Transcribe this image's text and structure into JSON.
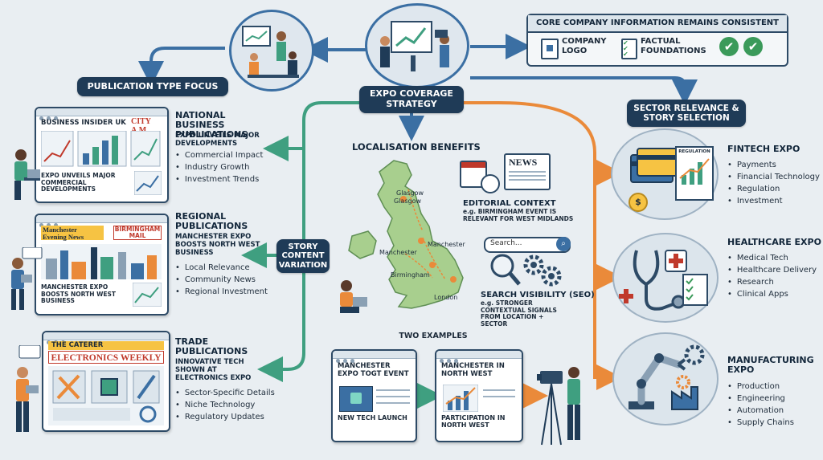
{
  "center_title": "EXPO COVERAGE STRATEGY",
  "core_info": {
    "title": "CORE COMPANY INFORMATION REMAINS CONSISTENT",
    "items": [
      "COMPANY LOGO",
      "FACTUAL FOUNDATIONS"
    ]
  },
  "publication_focus": {
    "title": "PUBLICATION TYPE FOCUS",
    "national": {
      "heading": "NATIONAL BUSINESS PUBLICATIONS",
      "sub": "EXPO UNVEILS MAJOR DEVELOPMENTS",
      "bullets": [
        "Commercial Impact",
        "Industry Growth",
        "Investment Trends"
      ],
      "mastheads": [
        "BUSINESS INSIDER UK",
        "CITY A.M."
      ],
      "card_headline": "EXPO UNVEILS MAJOR COMMERCIAL DEVELOPMENTS"
    },
    "regional": {
      "heading": "REGIONAL PUBLICATIONS",
      "sub": "MANCHESTER EXPO BOOSTS NORTH WEST BUSINESS",
      "bullets": [
        "Local Relevance",
        "Community News",
        "Regional Investment"
      ],
      "mastheads": [
        "Manchester Evening News",
        "BIRMINGHAM MAIL"
      ],
      "card_headline": "MANCHESTER EXPO BOOSTS NORTH WEST BUSINESS"
    },
    "trade": {
      "heading": "TRADE PUBLICATIONS",
      "sub": "INNOVATIVE TECH SHOWN AT ELECTRONICS EXPO",
      "bullets": [
        "Sector-Specific Details",
        "Niche Technology",
        "Regulatory Updates"
      ],
      "mastheads": [
        "THE CATERER",
        "ELECTRONICS WEEKLY"
      ]
    }
  },
  "story_variation": "STORY CONTENT VARIATION",
  "localisation": {
    "title": "LOCALISATION BENEFITS",
    "cities": [
      "Glasgow",
      "Manchester",
      "Manchester",
      "Birmingham",
      "London"
    ],
    "editorial_title": "EDITORIAL CONTEXT",
    "editorial_desc": "e.g. BIRMINGHAM EVENT IS RELEVANT FOR WEST MIDLANDS",
    "news_label": "NEWS",
    "search_placeholder": "Search...",
    "seo_title": "SEARCH VISIBILITY (SEO)",
    "seo_desc": "e.g. STRONGER CONTEXTUAL SIGNALS FROM LOCATION + SECTOR"
  },
  "examples": {
    "title": "TWO EXAMPLES",
    "ex1_title": "MANCHESTER EXPO TOGT EVENT",
    "ex1_caption": "NEW TECH LAUNCH",
    "ex2_title": "MANCHESTER IN NORTH WEST",
    "ex2_caption": "PARTICIPATION IN NORTH WEST"
  },
  "sector": {
    "title": "SECTOR RELEVANCE & STORY SELECTION",
    "regulation_label": "REGULATION",
    "fintech": {
      "heading": "FINTECH EXPO",
      "bullets": [
        "Payments",
        "Financial Technology",
        "Regulation",
        "Investment"
      ]
    },
    "healthcare": {
      "heading": "HEALTHCARE EXPO",
      "bullets": [
        "Medical Tech",
        "Healthcare Delivery",
        "Research",
        "Clinical Apps"
      ]
    },
    "manufacturing": {
      "heading": "MANUFACTURING EXPO",
      "bullets": [
        "Production",
        "Engineering",
        "Automation",
        "Supply Chains"
      ]
    }
  },
  "colors": {
    "navy": "#1f3b57",
    "teal": "#3f9f80",
    "orange": "#ea8a3a",
    "blue": "#3b6fa3",
    "green_check": "#3b9a5a"
  },
  "icons": [
    "presenter-icon",
    "camera-operator-icon",
    "checkmark-icon",
    "credit-card-icon",
    "stethoscope-icon",
    "robot-arm-icon",
    "factory-icon",
    "magnifier-icon",
    "gear-icon",
    "calendar-icon",
    "clock-icon",
    "newspaper-icon",
    "map-pin-icon",
    "person-laptop-icon"
  ]
}
